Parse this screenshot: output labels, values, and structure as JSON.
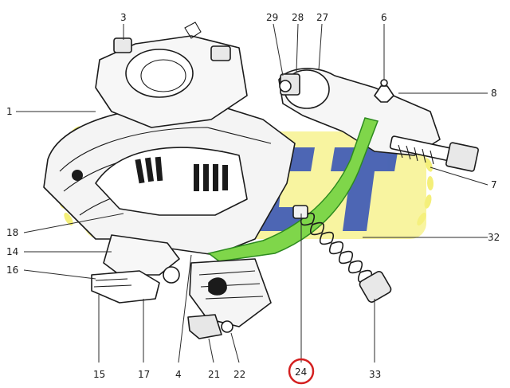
{
  "diagram": {
    "part_numbers": [
      "1",
      "3",
      "4",
      "6",
      "7",
      "8",
      "14",
      "15",
      "16",
      "17",
      "18",
      "21",
      "22",
      "24",
      "27",
      "28",
      "29",
      "32",
      "33"
    ],
    "highlighted_part": "24",
    "colors": {
      "highlight_ring": "#d42020",
      "highlight_part": "#7fd64a",
      "watermark_yellow": "#f2ec55",
      "watermark_blue": "#1f3ea8",
      "line_art": "#1b1b1b"
    },
    "labels": {
      "p1": "1",
      "p3": "3",
      "p4": "4",
      "p6": "6",
      "p7": "7",
      "p8": "8",
      "p14": "14",
      "p15": "15",
      "p16": "16",
      "p17": "17",
      "p18": "18",
      "p21": "21",
      "p22": "22",
      "p24": "24",
      "p27": "27",
      "p28": "28",
      "p29": "29",
      "p32": "32",
      "p33": "33"
    }
  }
}
